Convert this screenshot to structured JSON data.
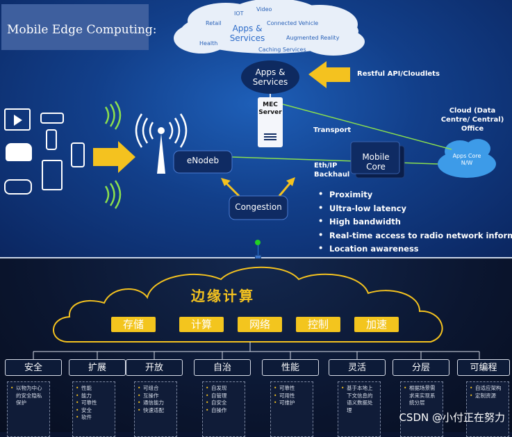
{
  "top_slide": {
    "title": "Mobile Edge Computing:",
    "cloud": {
      "main_label": "Apps & Services",
      "items": [
        "IOT",
        "Video",
        "Retail",
        "Connected Vehicle",
        "Health",
        "Augmented Reality",
        "Caching Services"
      ]
    },
    "apps_services_node": "Apps & Services",
    "restful_label": "Restful API/Cloudlets",
    "mec_server_label": "MEC Server",
    "transport_label": "Transport",
    "cloud_office_label": "Cloud (Data Centre/ Central) Office",
    "apps_core_label": "Apps Core N/W",
    "enodeb_label": "eNodeb",
    "mobile_core_label": "Mobile Core",
    "backhaul_label": "Eth/IP Backhaul",
    "congestion_label": "Congestion",
    "benefits": [
      "Proximity",
      "Ultra-low latency",
      "High bandwidth",
      "Real-time access to radio network information",
      "Location awareness"
    ],
    "colors": {
      "arrow": "#f4c21f",
      "signal": "#8be04e",
      "cloud": "#e8eff9",
      "node": "#0f2b63"
    }
  },
  "bottom_slide": {
    "cloud_title": "边缘计算",
    "capabilities": [
      "存储",
      "计算",
      "网络",
      "控制",
      "加速"
    ],
    "categories": [
      {
        "name": "安全",
        "subs": [
          "以物为中心的安全隐私保护"
        ]
      },
      {
        "name": "扩展",
        "subs": [
          "性能",
          "能力",
          "可靠性",
          "安全",
          "软件"
        ]
      },
      {
        "name": "开放",
        "subs": [
          "可组合",
          "互操作",
          "通信能力",
          "快速适配"
        ]
      },
      {
        "name": "自治",
        "subs": [
          "自发现",
          "自管理",
          "自安全",
          "自操作"
        ]
      },
      {
        "name": "性能",
        "subs": [
          "可靠性",
          "可用性",
          "可维护"
        ]
      },
      {
        "name": "灵活",
        "subs": [
          "基于本地上下文信息的语义数据处理"
        ]
      },
      {
        "name": "分层",
        "subs": [
          "根据场景需求来实现系统分层"
        ]
      },
      {
        "name": "可编程",
        "subs": [
          "自适应架构",
          "定制资源"
        ]
      }
    ],
    "watermark": "CSDN @小付正在努力",
    "colors": {
      "accent": "#f4c21f"
    }
  }
}
